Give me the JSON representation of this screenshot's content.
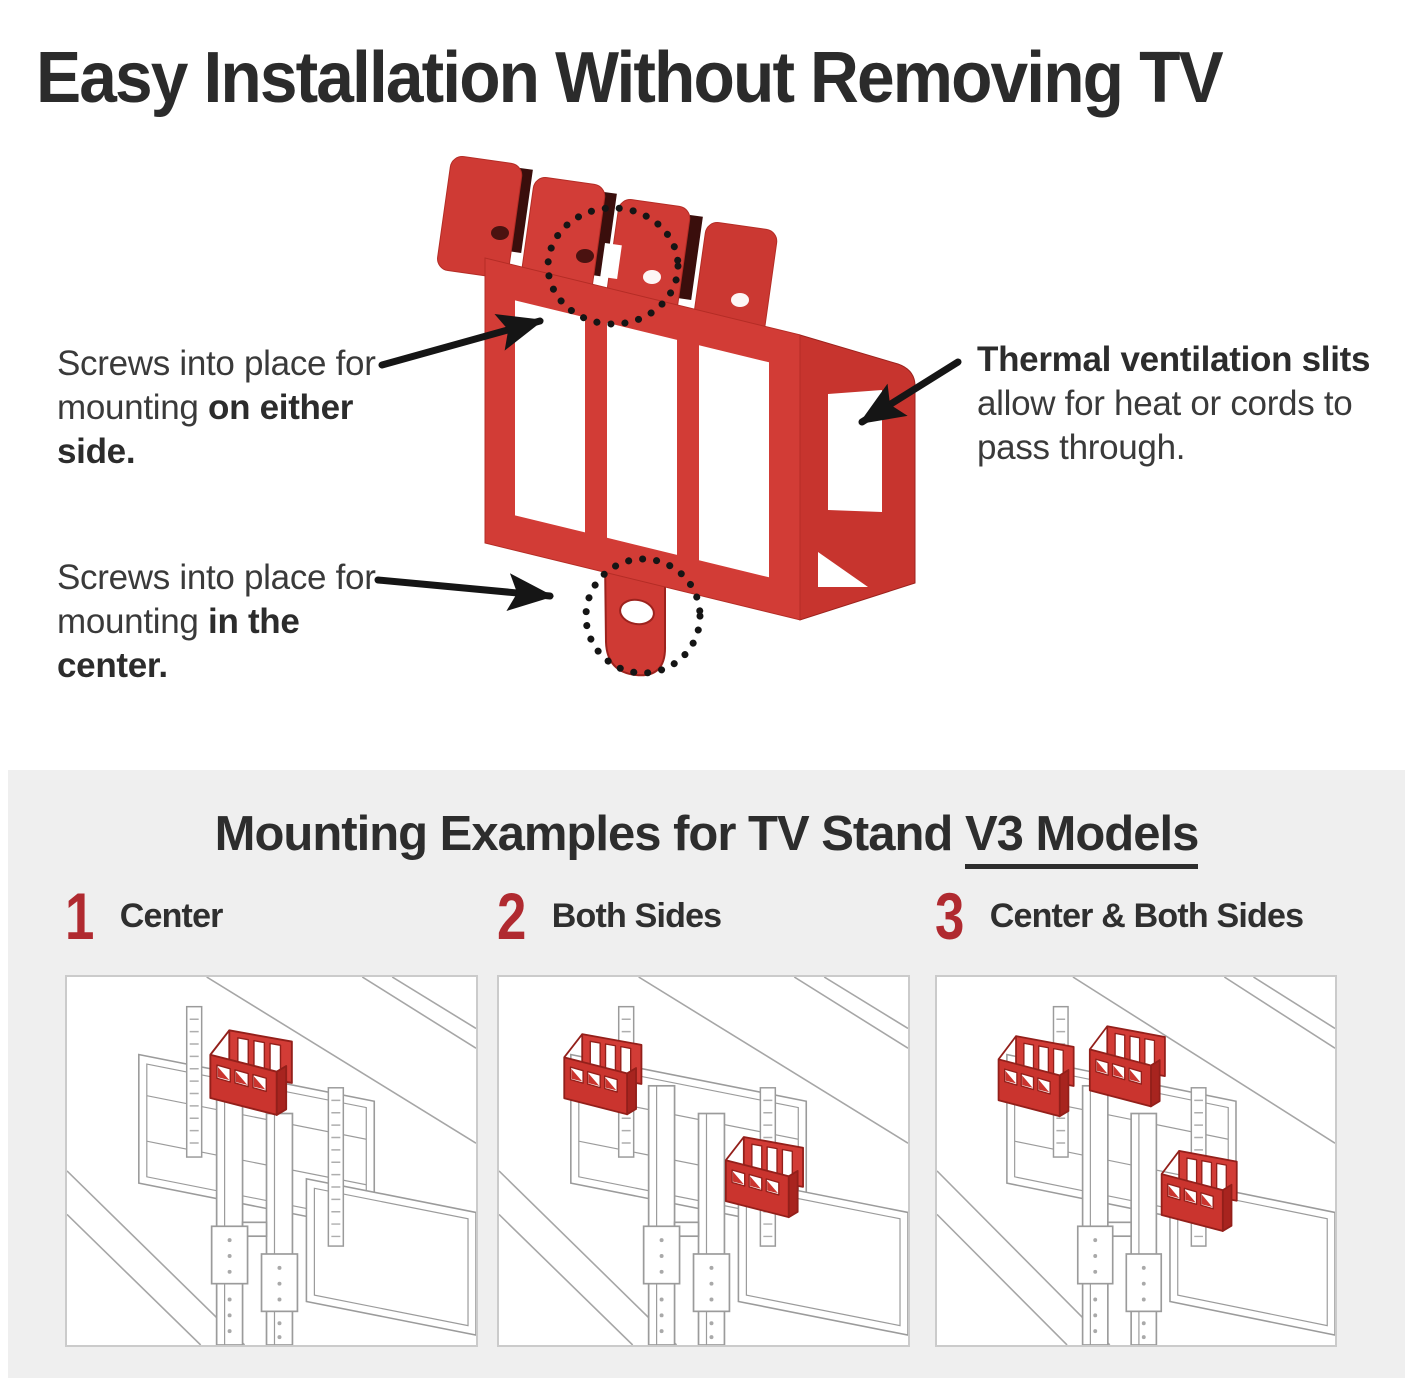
{
  "title": "Easy Installation Without Removing TV",
  "colors": {
    "bracket_red": "#d23c36",
    "bracket_red_dark": "#c7342e",
    "number_red": "#b02a30",
    "section_background": "#efefef",
    "heading_text": "#2d2d2d",
    "body_text": "#3a3a3a",
    "wireframe_gray": "#9b9b9b",
    "arrow_black": "#151515"
  },
  "callouts": {
    "side": {
      "pre": "Screws into place for mounting ",
      "bold": "on either side."
    },
    "center": {
      "pre": "Screws into place for mounting ",
      "bold": "in the center."
    },
    "thermal": {
      "bold": "Thermal ventilation slits",
      "post": " allow for heat or cords to pass through."
    }
  },
  "icons": {
    "arrow": "callout-arrow",
    "dotted_circle": "highlight-dotted-circle",
    "bracket": "red-mounting-bracket"
  },
  "examples_section": {
    "heading_pre": "Mounting Examples for TV Stand ",
    "heading_underlined": "V3 Models",
    "items": [
      {
        "number": "1",
        "label": "Center"
      },
      {
        "number": "2",
        "label": "Both Sides"
      },
      {
        "number": "3",
        "label": "Center & Both Sides"
      }
    ]
  }
}
